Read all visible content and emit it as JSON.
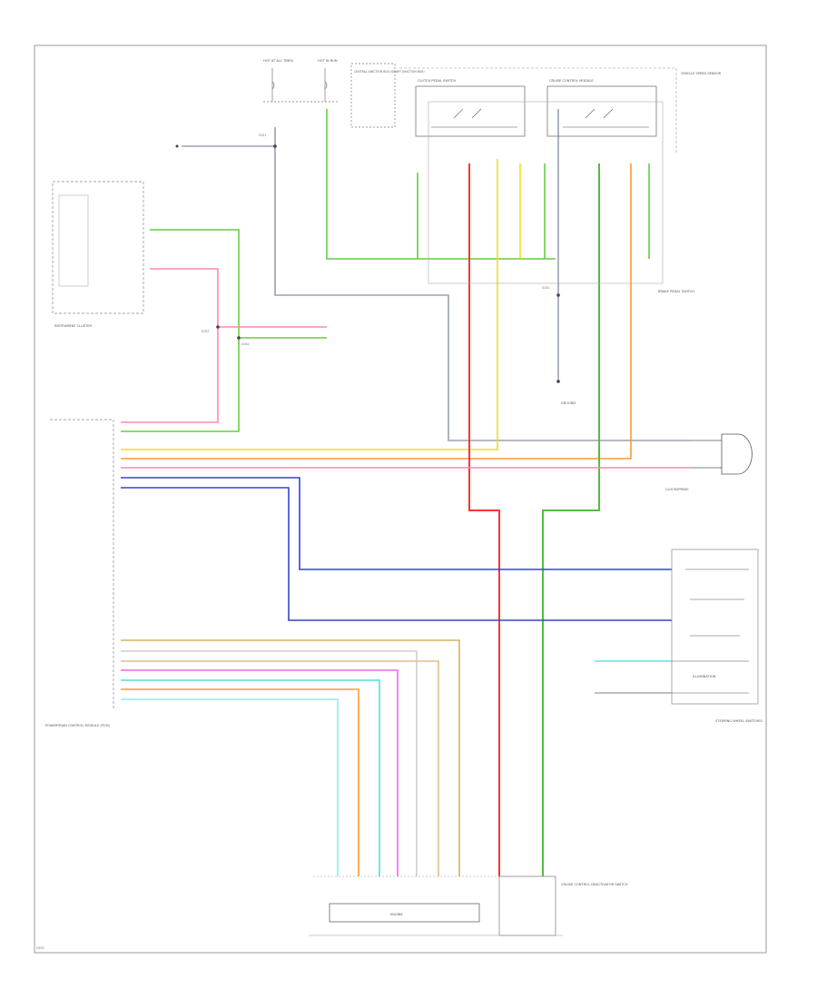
{
  "diagram": {
    "doc_id": "",
    "labels": {
      "hot_run_1": "HOT AT ALL TIMES",
      "hot_run_2": "HOT IN RUN",
      "central_junction": "CENTRAL JUNCTION BOX (SMART JUNCTION BOX)",
      "clutch_switch": "CLUTCH PEDAL SWITCH",
      "speed_sensor": "VEHICLE SPEED SENSOR",
      "cruise_module": "CRUISE CONTROL MODULE",
      "instrument_cluster": "INSTRUMENT CLUSTER",
      "pcm": "POWERTRAIN CONTROL MODULE (PCM)",
      "brake_switch": "BRAKE PEDAL SWITCH",
      "steering_wheel": "STEERING WHEEL SWITCHES",
      "clockspring": "CLOCKSPRING",
      "illumination": "ILLUMINATION",
      "ground": "GROUND",
      "engine": "ENGINE",
      "deactivator_switch": "CRUISE CONTROL DEACTIVATOR SWITCH",
      "splice_1": "S101",
      "splice_2": "S102",
      "splice_3": "S103",
      "splice_4": "S104",
      "ground_point": "G101"
    }
  }
}
